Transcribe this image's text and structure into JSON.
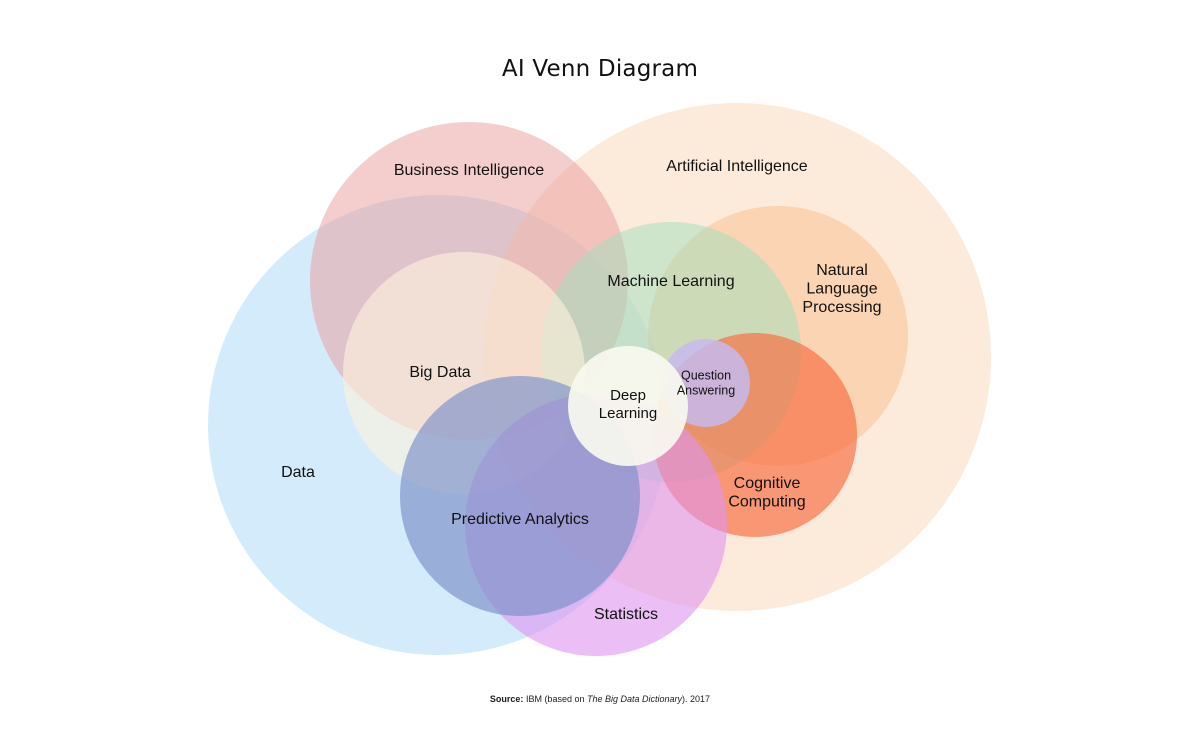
{
  "title": "AI Venn Diagram",
  "sets": [
    {
      "id": "data",
      "color": "#c0e2fa",
      "opacity": 0.7,
      "lines": [
        "Data"
      ]
    },
    {
      "id": "ai",
      "color": "#fad9bb",
      "opacity": 0.55,
      "lines": [
        "Artificial Intelligence"
      ]
    },
    {
      "id": "bi",
      "color": "#e99b9b",
      "opacity": 0.5,
      "lines": [
        "Business Intelligence"
      ]
    },
    {
      "id": "nlp",
      "color": "#f8bd8c",
      "opacity": 0.5,
      "lines": [
        "Natural",
        "Language",
        "Processing"
      ]
    },
    {
      "id": "ml",
      "color": "#9fdfbd",
      "opacity": 0.5,
      "lines": [
        "Machine Learning"
      ]
    },
    {
      "id": "bigdata",
      "color": "#fff3de",
      "opacity": 0.6,
      "lines": [
        "Big Data"
      ]
    },
    {
      "id": "cc",
      "color": "#f76a3e",
      "opacity": 0.65,
      "lines": [
        "Cognitive",
        "Computing"
      ]
    },
    {
      "id": "stats",
      "color": "#de95f0",
      "opacity": 0.6,
      "lines": [
        "Statistics"
      ]
    },
    {
      "id": "pa",
      "color": "#7a8fc8",
      "opacity": 0.65,
      "lines": [
        "Predictive Analytics"
      ]
    },
    {
      "id": "qa",
      "color": "#c7b8ee",
      "opacity": 0.85,
      "lines": [
        "Question",
        "Answering"
      ]
    },
    {
      "id": "dl",
      "color": "#f8f8f0",
      "opacity": 0.92,
      "lines": [
        "Deep",
        "Learning"
      ]
    }
  ],
  "source": {
    "label": "Source:",
    "text_before": " IBM (based on ",
    "italic": "The Big Data Dictionary",
    "text_after": "). 2017"
  }
}
